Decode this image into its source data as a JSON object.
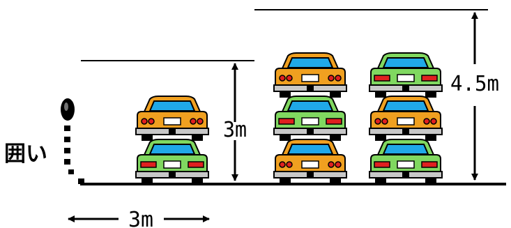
{
  "labels": {
    "fence": "囲い",
    "height_low": "3m",
    "height_high": "4.5m",
    "width": "3m"
  },
  "colors": {
    "orange_car": "#f0a020",
    "green_car": "#80d860",
    "window": "#20a8e8",
    "outline": "#000000",
    "bumper": "#c8c8c8",
    "tail_light": "#e02020"
  },
  "stacks": [
    {
      "position": "left",
      "tiers_from_ground": [
        "green-car",
        "orange-car"
      ]
    },
    {
      "position": "middle",
      "tiers_from_ground": [
        "orange-car",
        "green-car",
        "orange-car"
      ]
    },
    {
      "position": "right",
      "tiers_from_ground": [
        "green-car",
        "orange-car",
        "green-car"
      ]
    }
  ]
}
